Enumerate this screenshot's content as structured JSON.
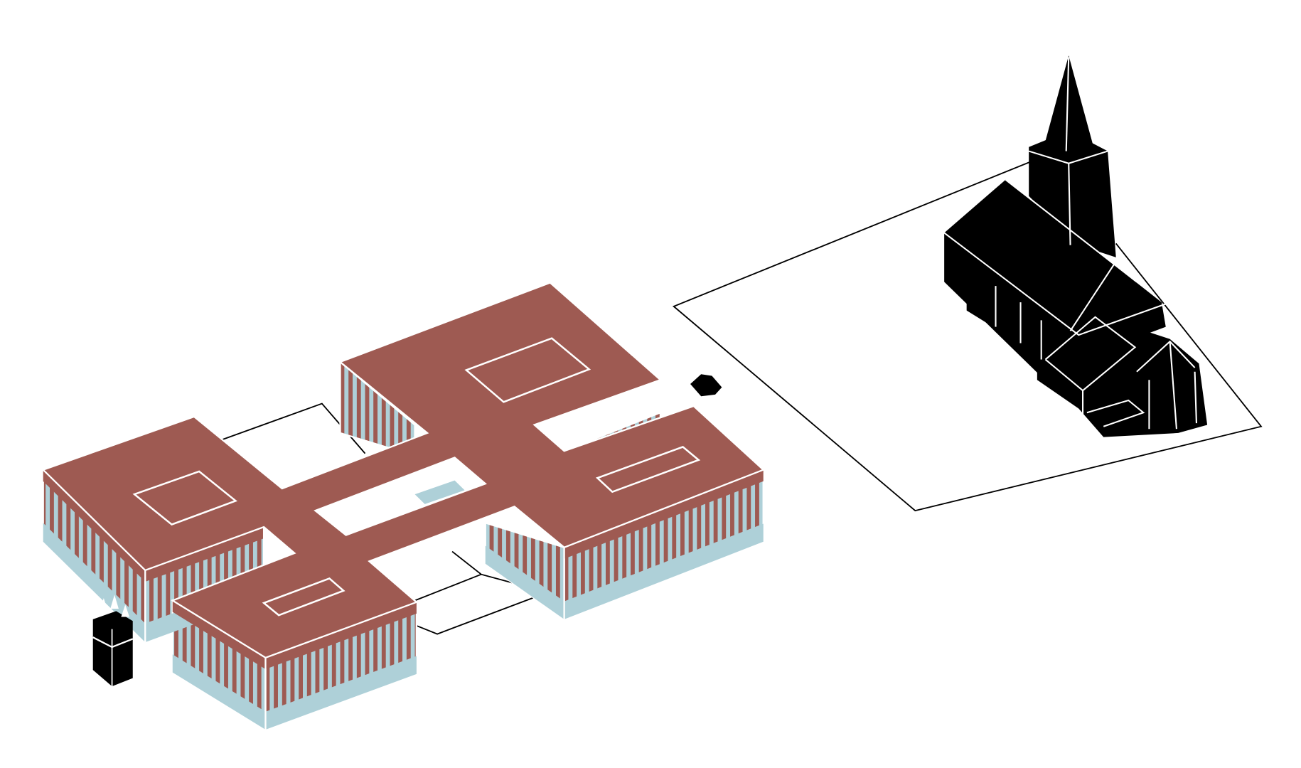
{
  "diagram": {
    "type": "axonometric-site-diagram",
    "colors": {
      "roof": "#9e5a52",
      "facade_base": "#aed0d8",
      "outline": "#ffffff",
      "church": "#000000",
      "site_line": "#000000",
      "background": "#ffffff"
    },
    "icons": [
      "main-building",
      "small-tower",
      "church",
      "site-boundary"
    ]
  }
}
